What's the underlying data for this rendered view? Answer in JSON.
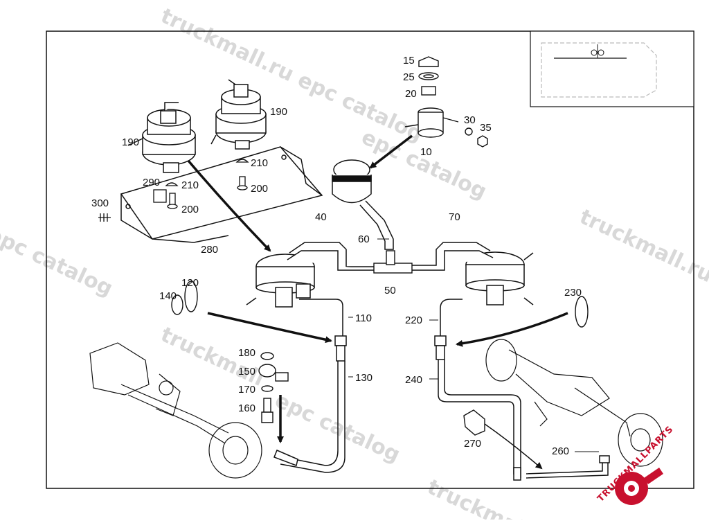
{
  "watermark": {
    "text_site": "truckmall.ru epc catalog",
    "text_short": "truckmall",
    "text_epc": "epc catalog"
  },
  "brand_logo": {
    "text": "TRUCKMALLPARTS",
    "color": "#c8102e"
  },
  "part_callouts": {
    "p10": "10",
    "p15": "15",
    "p20": "20",
    "p25": "25",
    "p30": "30",
    "p35": "35",
    "p40": "40",
    "p50": "50",
    "p60": "60",
    "p70": "70",
    "p110": "110",
    "p120": "120",
    "p130": "130",
    "p140": "140",
    "p150": "150",
    "p160": "160",
    "p170": "170",
    "p180": "180",
    "p190": "190",
    "p200": "200",
    "p210": "210",
    "p220": "220",
    "p230": "230",
    "p240": "240",
    "p260": "260",
    "p270": "270",
    "p280": "280",
    "p290": "290",
    "p300": "300"
  },
  "colors": {
    "line": "#111111",
    "watermark": "#d8d8d8",
    "brand_red": "#c8102e"
  }
}
